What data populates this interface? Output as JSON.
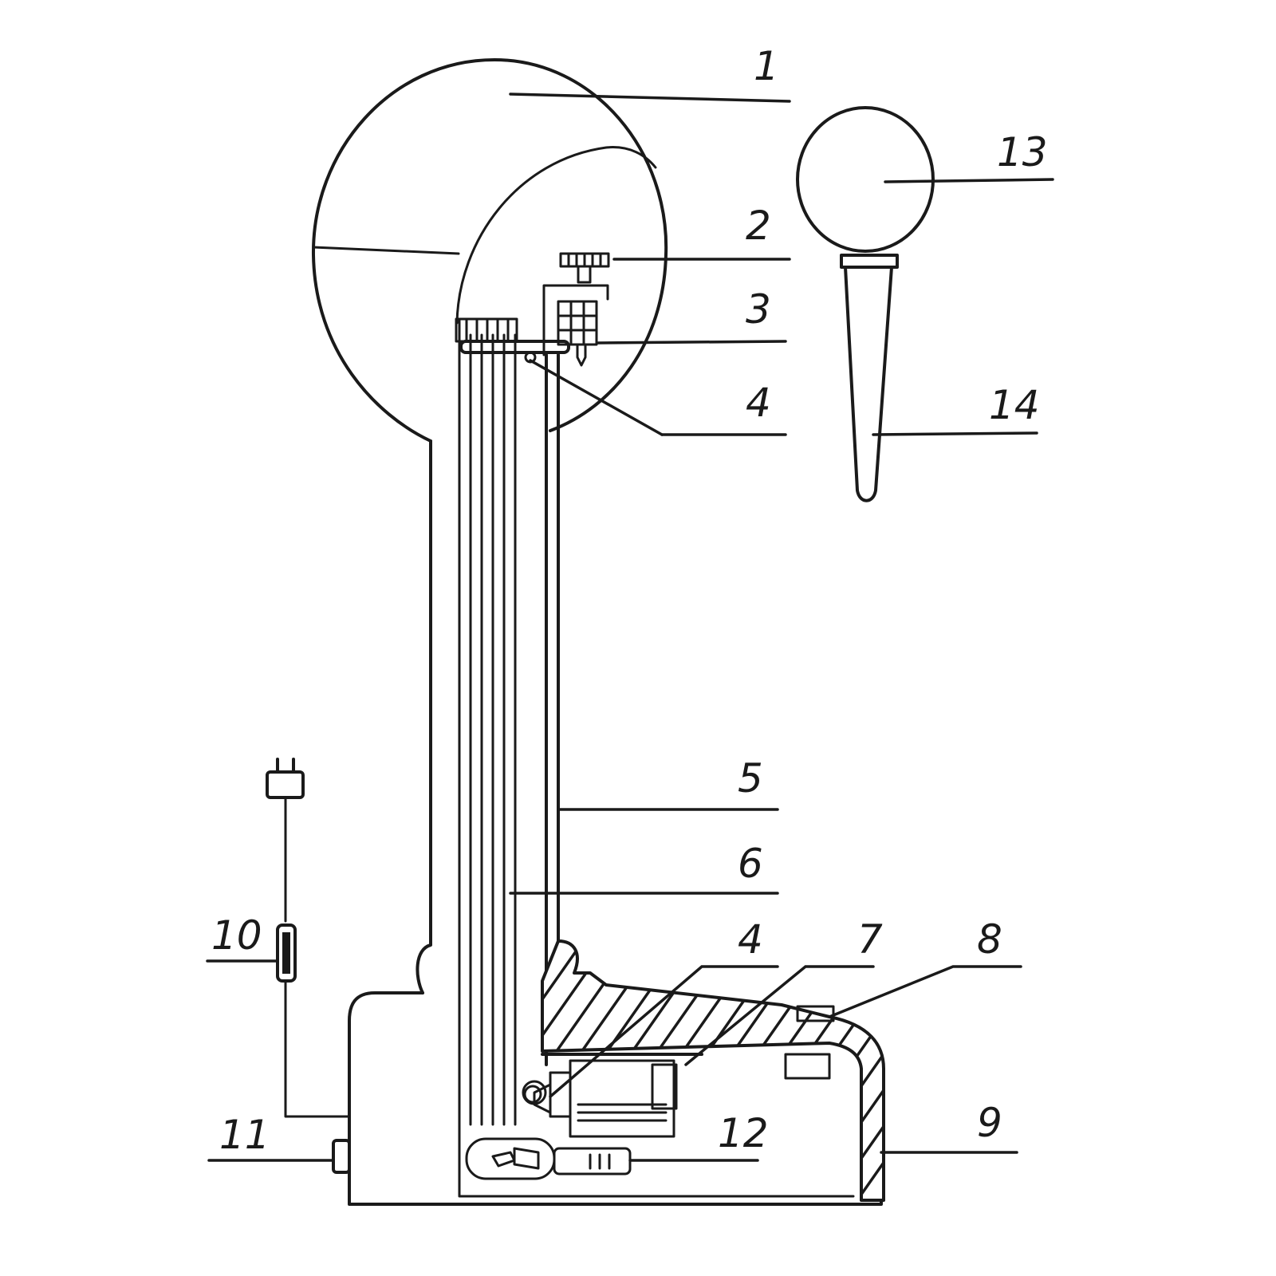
{
  "labels": [
    "1",
    "2",
    "3",
    "4",
    "5",
    "6",
    "7",
    "8",
    "9",
    "10",
    "11",
    "12",
    "13",
    "14"
  ],
  "label_4_second": "4"
}
